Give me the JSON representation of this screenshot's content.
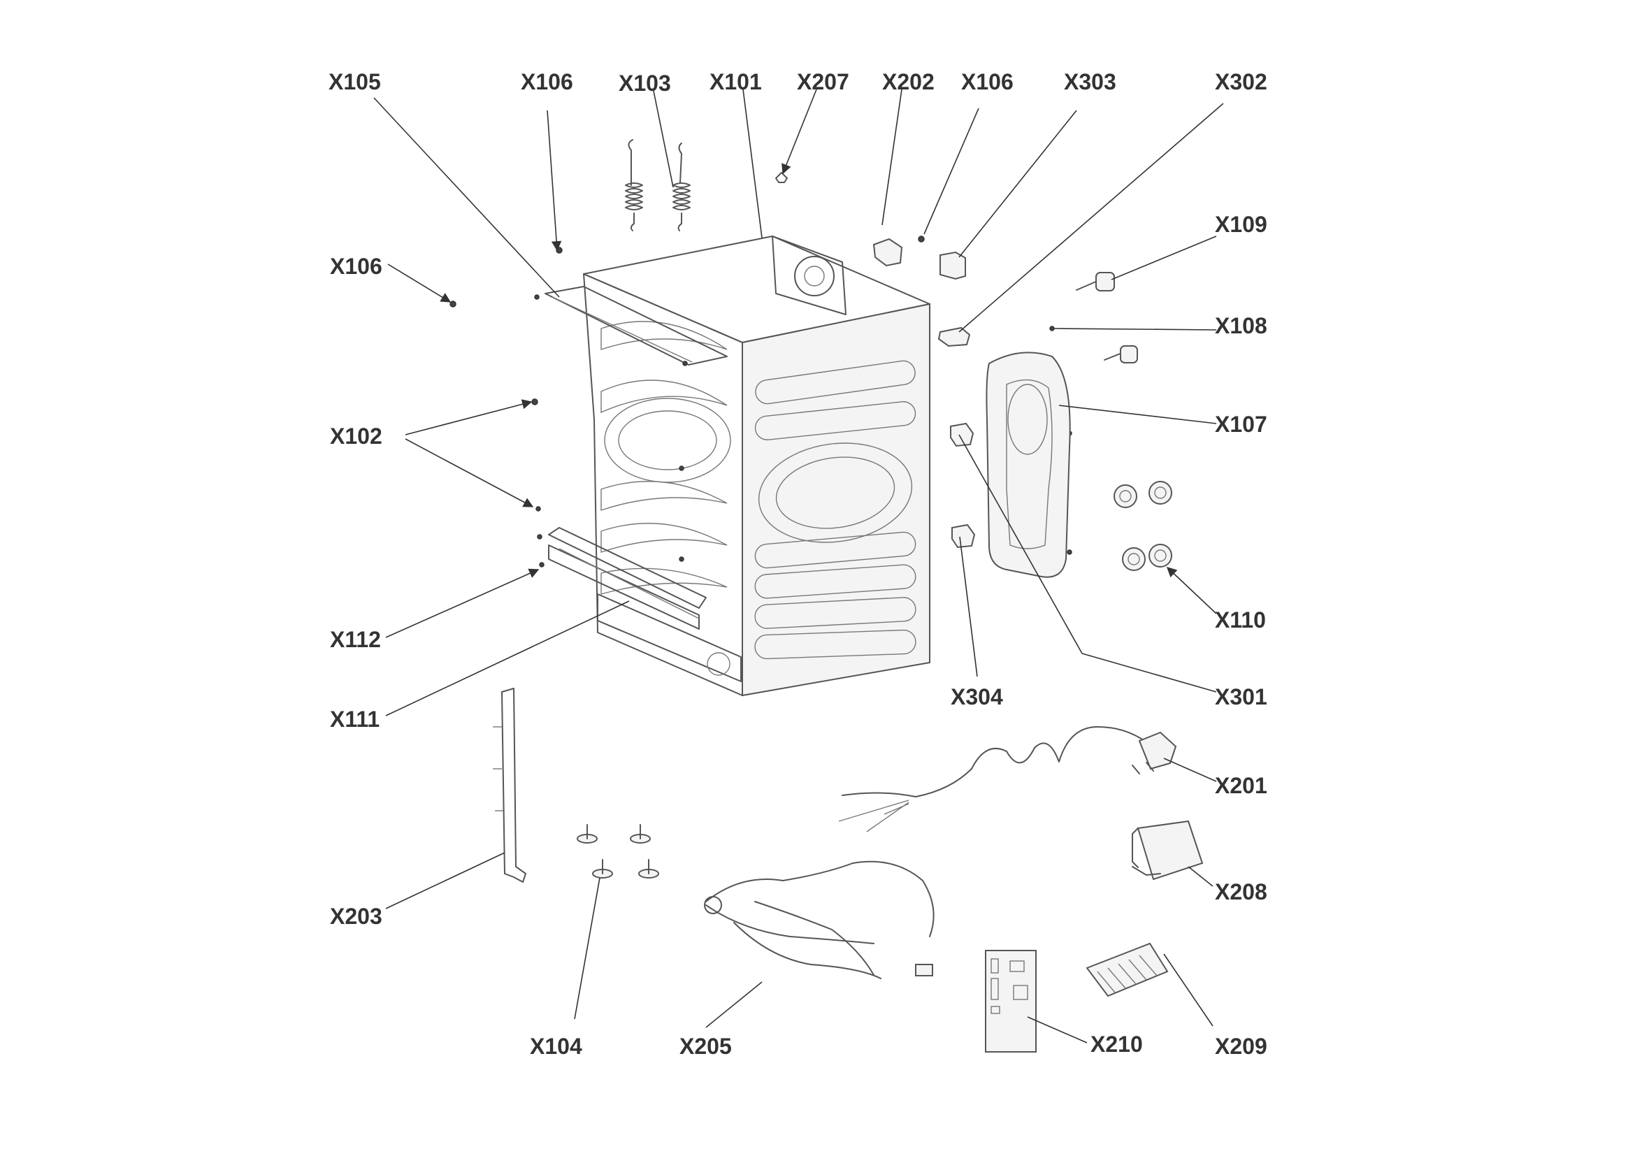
{
  "callouts": {
    "x105_top": "X105",
    "x106_top_left": "X106",
    "x103": "X103",
    "x101": "X101",
    "x207": "X207",
    "x202": "X202",
    "x106_top_right": "X106",
    "x303": "X303",
    "x302": "X302",
    "x106_left": "X106",
    "x109": "X109",
    "x108": "X108",
    "x102": "X102",
    "x107": "X107",
    "x110": "X110",
    "x112": "X112",
    "x111": "X111",
    "x304": "X304",
    "x301": "X301",
    "x201": "X201",
    "x208": "X208",
    "x203": "X203",
    "x104": "X104",
    "x205": "X205",
    "x210": "X210",
    "x209": "X209"
  },
  "colors": {
    "line": "#333333",
    "part_stroke": "#555555"
  }
}
